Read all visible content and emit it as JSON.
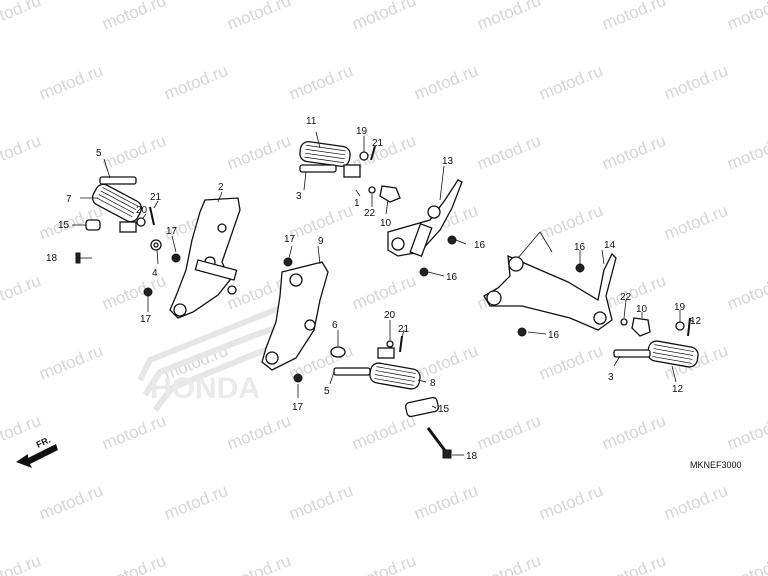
{
  "watermark": {
    "text": "motod.ru",
    "color": "#d6d6d6"
  },
  "diagram_code": "MKNEF3000",
  "direction_label": "FR.",
  "callouts": [
    {
      "n": "1"
    },
    {
      "n": "2"
    },
    {
      "n": "3"
    },
    {
      "n": "3"
    },
    {
      "n": "4"
    },
    {
      "n": "5"
    },
    {
      "n": "5"
    },
    {
      "n": "6"
    },
    {
      "n": "7"
    },
    {
      "n": "8"
    },
    {
      "n": "9"
    },
    {
      "n": "10"
    },
    {
      "n": "10"
    },
    {
      "n": "11"
    },
    {
      "n": "12"
    },
    {
      "n": "13"
    },
    {
      "n": "14"
    },
    {
      "n": "15"
    },
    {
      "n": "15"
    },
    {
      "n": "16"
    },
    {
      "n": "16"
    },
    {
      "n": "16"
    },
    {
      "n": "16"
    },
    {
      "n": "17"
    },
    {
      "n": "17"
    },
    {
      "n": "17"
    },
    {
      "n": "17"
    },
    {
      "n": "18"
    },
    {
      "n": "18"
    },
    {
      "n": "19"
    },
    {
      "n": "19"
    },
    {
      "n": "20"
    },
    {
      "n": "20"
    },
    {
      "n": "21"
    },
    {
      "n": "21"
    },
    {
      "n": "21"
    },
    {
      "n": "22"
    },
    {
      "n": "22"
    }
  ]
}
